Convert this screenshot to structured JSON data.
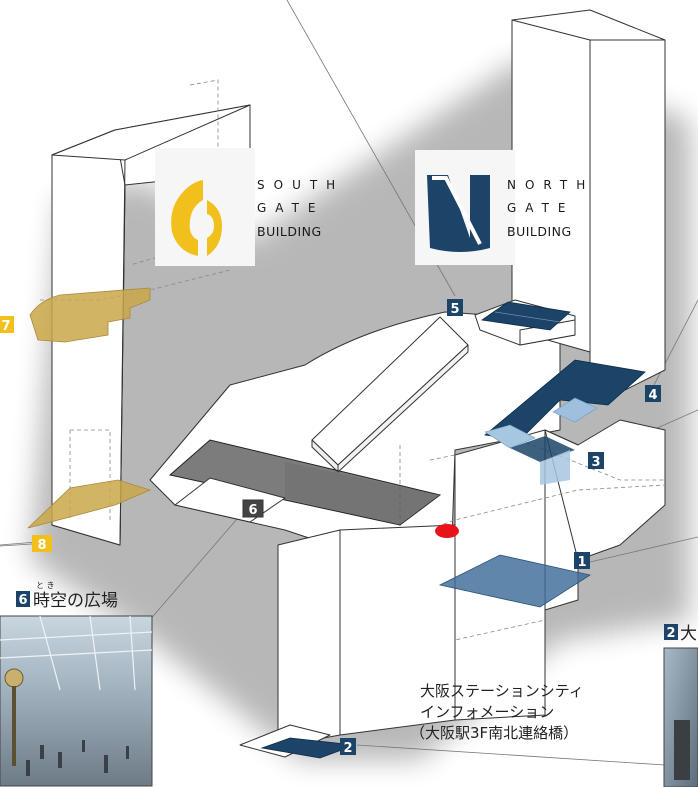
{
  "brands": {
    "south": {
      "line1": "SOUTH",
      "line2": "GATE",
      "line3": "BUILDING",
      "color": "#f2c01c"
    },
    "north": {
      "line1": "NORTH",
      "line2": "GATE",
      "line3": "BUILDING",
      "color": "#1b4468"
    }
  },
  "markers": [
    {
      "num": "1",
      "color": "#1b4468",
      "text_color": "#ffffff"
    },
    {
      "num": "2",
      "color": "#1b4468",
      "text_color": "#ffffff"
    },
    {
      "num": "3",
      "color": "#1b4468",
      "text_color": "#ffffff"
    },
    {
      "num": "4",
      "color": "#1b4468",
      "text_color": "#ffffff"
    },
    {
      "num": "5",
      "color": "#1b4468",
      "text_color": "#ffffff"
    },
    {
      "num": "6",
      "color": "#444444",
      "text_color": "#ffffff"
    },
    {
      "num": "7",
      "color": "#f2c01c",
      "text_color": "#ffffff"
    },
    {
      "num": "8",
      "color": "#f2c01c",
      "text_color": "#ffffff"
    }
  ],
  "photo_left": {
    "num": "6",
    "ruby": "と き",
    "label": "時空の広場"
  },
  "photo_right": {
    "num": "2",
    "label": "大"
  },
  "info_point": {
    "line1": "大阪ステーションシティ",
    "line2": "インフォメーション",
    "line3": "（大阪駅3F南北連絡橋）",
    "color": "#e8141c"
  }
}
